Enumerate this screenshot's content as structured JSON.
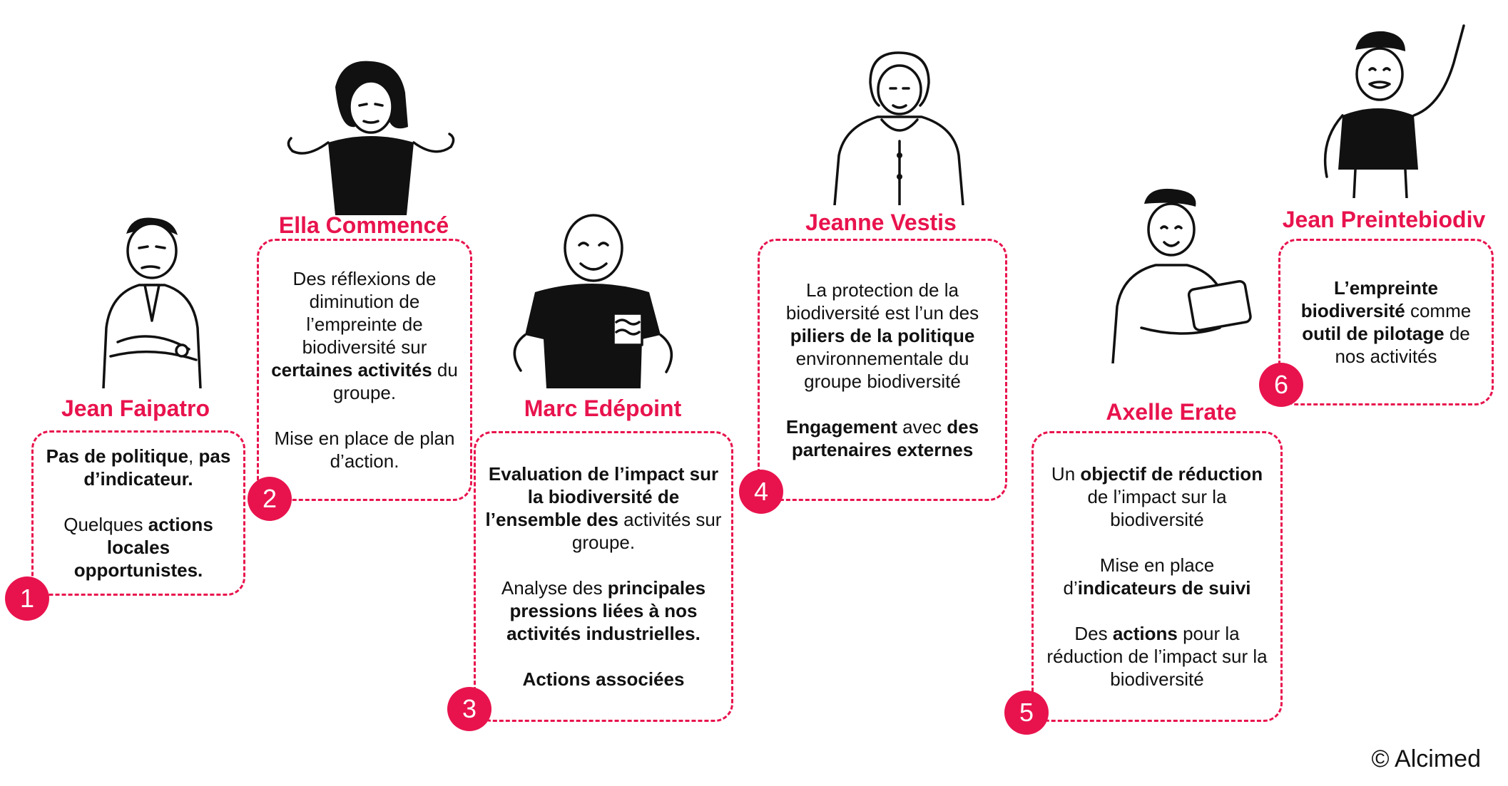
{
  "personas": [
    {
      "name": "Jean Faipatro",
      "number": "1",
      "paragraphs": [
        [
          {
            "t": "Pas de politique",
            "b": true
          },
          {
            "t": ", ",
            "b": false
          },
          {
            "t": "pas d’indicateur.",
            "b": true
          }
        ],
        [
          {
            "t": "Quelques ",
            "b": false
          },
          {
            "t": "actions locales opportunistes.",
            "b": true
          }
        ]
      ]
    },
    {
      "name": "Ella Commencé",
      "number": "2",
      "paragraphs": [
        [
          {
            "t": "Des réflexions de diminution de l’empreinte de biodiversité sur ",
            "b": false
          },
          {
            "t": "certaines activités",
            "b": true
          },
          {
            "t": " du groupe.",
            "b": false
          }
        ],
        [
          {
            "t": "Mise en place de plan d’action.",
            "b": false
          }
        ]
      ]
    },
    {
      "name": "Marc Edépoint",
      "number": "3",
      "paragraphs": [
        [
          {
            "t": "Evaluation de l’impact sur la biodiversité de l’ensemble des",
            "b": true
          },
          {
            "t": " activités sur groupe.",
            "b": false
          }
        ],
        [
          {
            "t": "Analyse des ",
            "b": false
          },
          {
            "t": "principales pressions liées à nos activités industrielles.",
            "b": true
          }
        ],
        [
          {
            "t": "Actions associées",
            "b": true
          }
        ]
      ]
    },
    {
      "name": "Jeanne Vestis",
      "number": "4",
      "paragraphs": [
        [
          {
            "t": "La protection de la biodiversité est l’un des ",
            "b": false
          },
          {
            "t": "piliers de la politique",
            "b": true
          },
          {
            "t": " environnementale du groupe biodiversité",
            "b": false
          }
        ],
        [
          {
            "t": "Engagement",
            "b": true
          },
          {
            "t": " avec ",
            "b": false
          },
          {
            "t": "des partenaires externes",
            "b": true
          }
        ]
      ]
    },
    {
      "name": "Axelle Erate",
      "number": "5",
      "paragraphs": [
        [
          {
            "t": "Un ",
            "b": false
          },
          {
            "t": "objectif de réduction",
            "b": true
          },
          {
            "t": " de l’impact sur la biodiversité",
            "b": false
          }
        ],
        [
          {
            "t": "Mise en place d’",
            "b": false
          },
          {
            "t": "indicateurs de suivi",
            "b": true
          }
        ],
        [
          {
            "t": "Des ",
            "b": false
          },
          {
            "t": "actions",
            "b": true
          },
          {
            "t": " pour la réduction de l’impact sur la biodiversité",
            "b": false
          }
        ]
      ]
    },
    {
      "name": "Jean Preintebiodiv",
      "number": "6",
      "paragraphs": [
        [
          {
            "t": "L’empreinte biodiversité",
            "b": true
          },
          {
            "t": " comme ",
            "b": false
          },
          {
            "t": "outil de pilotage",
            "b": true
          },
          {
            "t": " de nos activités",
            "b": false
          }
        ]
      ]
    }
  ],
  "copyright": "© Alcimed",
  "colors": {
    "accent": "#e8134d",
    "text": "#111111"
  },
  "icons": [
    "person-1-icon",
    "person-2-icon",
    "person-3-icon",
    "person-4-icon",
    "person-5-icon",
    "person-6-icon"
  ]
}
